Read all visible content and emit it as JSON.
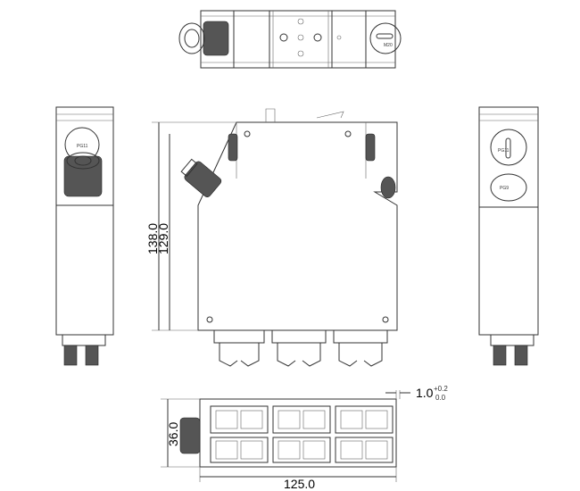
{
  "dimensions": {
    "total_height": "138.0",
    "body_height": "129.0",
    "depth": "36.0",
    "width": "125.0",
    "gap": "1.0",
    "gap_tol_upper": "+0.2",
    "gap_tol_lower": "0.0"
  },
  "markings": {
    "top_cap": "M20",
    "side_cap_upper": "PG11",
    "side_cap_lower": "PG9",
    "left_cap": "PG11"
  }
}
